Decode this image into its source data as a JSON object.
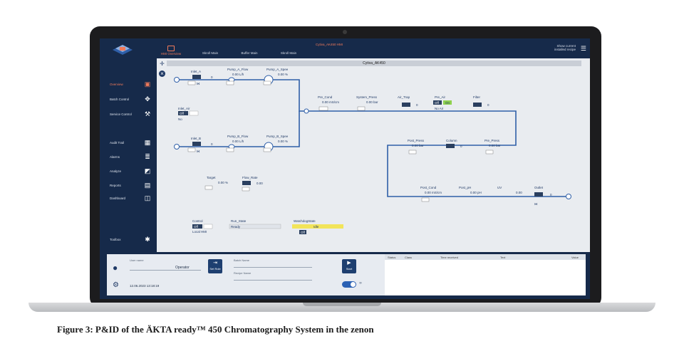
{
  "caption": "Figure 3: P&ID of the ÄKTA ready™ 450 Chromatography System in the zenon",
  "topbar": {
    "tabs": [
      {
        "label": "HMI Overview",
        "active": true
      },
      {
        "label": "Skroll Main",
        "active": false
      },
      {
        "label": "Buffer Main",
        "active": false
      },
      {
        "label": "Skroll Main",
        "active": false
      },
      {
        "label": "Cytiva_AK450 HMI",
        "active": true
      }
    ],
    "right_text_1": "Show current",
    "right_text_2": "installed recipe"
  },
  "sidebar": {
    "items": [
      {
        "label": "Overview",
        "active": true
      },
      {
        "label": "Batch Control",
        "active": false
      },
      {
        "label": "Service Control",
        "active": false
      },
      {
        "label": "Audit Trail",
        "active": false
      },
      {
        "label": "Alarms",
        "active": false
      },
      {
        "label": "Analyze",
        "active": false
      },
      {
        "label": "Reports",
        "active": false
      },
      {
        "label": "Dashboard",
        "active": false
      },
      {
        "label": "Toolbox",
        "active": false
      }
    ]
  },
  "panel": {
    "title": "Cytiva_AK450"
  },
  "diagram": {
    "inlet_a": {
      "label": "Inlet_A",
      "value": "0"
    },
    "pump_a_flow": {
      "label": "Pump_A_Flow",
      "value": "0.00 L/h"
    },
    "pump_a_spee": {
      "label": "Pump_A_Spee",
      "value": "0.00 %"
    },
    "inlet_air": {
      "label": "Inlet_Air",
      "state": "Off",
      "value": "No"
    },
    "inlet_b": {
      "label": "Inlet_B",
      "value": "0"
    },
    "pump_b_flow": {
      "label": "Pump_B_Flow",
      "value": "0.00 L/h"
    },
    "pump_b_spee": {
      "label": "Pump_B_Spee",
      "value": "0.00 %"
    },
    "pre_cond": {
      "label": "Pre_Cond",
      "value": "0.00 mS/cm"
    },
    "system_press": {
      "label": "System_Press",
      "value": "0.00 bar"
    },
    "air_trap": {
      "label": "Air_Trap",
      "value": "0"
    },
    "pre_air": {
      "label": "Pre_Air",
      "state": "Off",
      "state2": "On",
      "value": "No Air"
    },
    "filter": {
      "label": "Filter",
      "value": "0"
    },
    "post_press": {
      "label": "Post_Press",
      "value": "0.00 bar"
    },
    "column": {
      "label": "Column",
      "value": "0"
    },
    "pre_press": {
      "label": "Pre_Press",
      "value": "0.00 bar"
    },
    "post_cond": {
      "label": "Post_Cond",
      "value": "0.00 mS/cm"
    },
    "post_ph": {
      "label": "Post_pH",
      "value": "0.00 pH"
    },
    "uv": {
      "label": "UV",
      "value": "0.00"
    },
    "outlet": {
      "label": "Outlet",
      "value": "0"
    },
    "target": {
      "label": "Target",
      "value": "0.00 %"
    },
    "flow_rate": {
      "label": "Flow_Rate",
      "value": "0.00"
    },
    "control": {
      "label": "Control",
      "state": "Off",
      "value": "Local HMI"
    },
    "run_state": {
      "label": "Run_State",
      "value": "Ready"
    },
    "watchdog": {
      "label": "WatchdogState",
      "value": "Idle",
      "state": "Off"
    }
  },
  "bottom": {
    "user_name_label": "User name",
    "user_name_value": "Operator",
    "login_button": "Set Role",
    "batch_name_label": "Batch Name",
    "recipe_name_label": "Recipe Name",
    "datetime": "12.06.2023  13:18:19",
    "start_button": "Start"
  },
  "alarm_table": {
    "columns": [
      "Status",
      "Class",
      "Time received",
      "Text",
      "Value"
    ]
  },
  "colors": {
    "nav_bg": "#162a4a",
    "accent": "#f07a5a",
    "pipe": "#2f5fa8",
    "highlight": "#f2e45a"
  }
}
